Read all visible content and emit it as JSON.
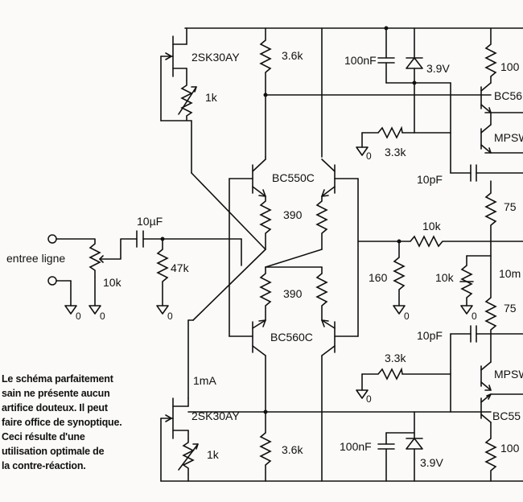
{
  "components": {
    "jfet_top": "2SK30AY",
    "jfet_bottom": "2SK30AY",
    "pot_top": "1k",
    "pot_bottom": "1k",
    "r_top": "3.6k",
    "r_bottom": "3.6k",
    "cap_top": "100nF",
    "cap_bottom": "100nF",
    "zener_top": "3.9V",
    "zener_bottom": "3.9V",
    "r_out_top": "100",
    "r_out_bottom": "100",
    "bc56_top": "BC56",
    "bc55_bottom": "BC55",
    "mpsw_top": "MPSW",
    "mpsw_bottom": "MPSW",
    "r_bias_top": "3.3k",
    "r_bias_bottom": "3.3k",
    "cap_miller_top": "10pF",
    "cap_miller_bottom": "10pF",
    "r75_top": "75",
    "r75_bottom": "75",
    "npn_pair": "BC550C",
    "pnp_pair": "BC560C",
    "r390_top": "390",
    "r390_bottom": "390",
    "cap_in": "10µF",
    "input_label": "entree ligne",
    "pot_in": "10k",
    "r_in": "47k",
    "r_fb": "10k",
    "r_gnd": "160",
    "pot_mid": "10k",
    "current_label": "10m",
    "current_bottom": "1mA",
    "ground": "0"
  },
  "caption": [
    "Le schéma parfaitement",
    "sain ne présente aucun",
    "artifice douteux. Il peut",
    "faire office de synoptique.",
    "Ceci résulte d'une",
    "utilisation optimale de",
    "la contre-réaction."
  ]
}
